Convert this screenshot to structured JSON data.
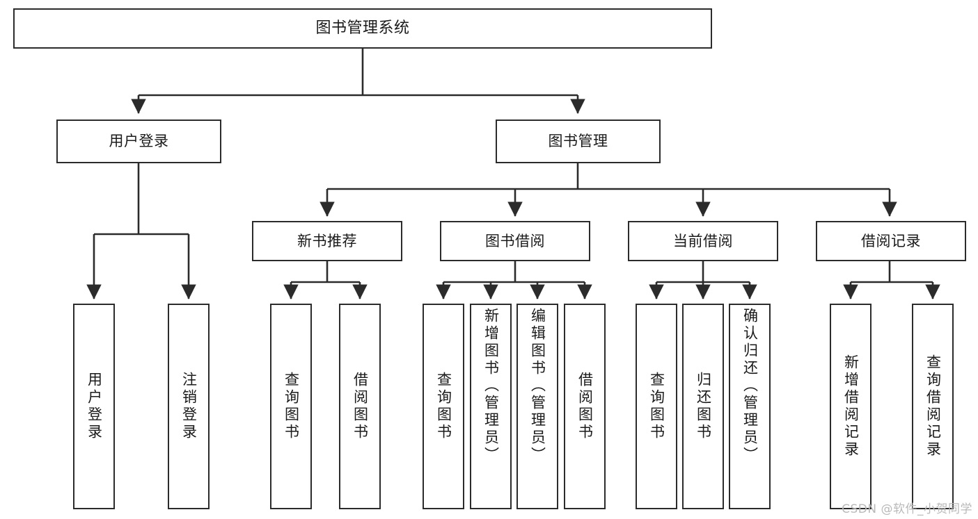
{
  "diagram": {
    "type": "tree-hierarchy-chart",
    "title": "图书管理系统",
    "root": {
      "id": "root",
      "label": "图书管理系统"
    },
    "level1": [
      {
        "id": "user-login",
        "label": "用户登录"
      },
      {
        "id": "book-manage",
        "label": "图书管理"
      }
    ],
    "level2": [
      {
        "id": "new-book-recommend",
        "label": "新书推荐",
        "parent": "book-manage"
      },
      {
        "id": "book-borrow",
        "label": "图书借阅",
        "parent": "book-manage"
      },
      {
        "id": "current-borrow",
        "label": "当前借阅",
        "parent": "book-manage"
      },
      {
        "id": "borrow-record",
        "label": "借阅记录",
        "parent": "book-manage"
      }
    ],
    "leaves": {
      "user_login": [
        {
          "id": "leaf-user-login",
          "label": "用户登录"
        },
        {
          "id": "leaf-logout-login",
          "label": "注销登录"
        }
      ],
      "new_book_recommend": [
        {
          "id": "leaf-query-book-1",
          "label": "查询图书"
        },
        {
          "id": "leaf-borrow-book-1",
          "label": "借阅图书"
        }
      ],
      "book_borrow": [
        {
          "id": "leaf-query-book-2",
          "label": "查询图书"
        },
        {
          "id": "leaf-add-book",
          "label": "新增图书（管理员）"
        },
        {
          "id": "leaf-edit-book",
          "label": "编辑图书（管理员）"
        },
        {
          "id": "leaf-borrow-book-2",
          "label": "借阅图书"
        }
      ],
      "current_borrow": [
        {
          "id": "leaf-query-book-3",
          "label": "查询图书"
        },
        {
          "id": "leaf-return-book",
          "label": "归还图书"
        },
        {
          "id": "leaf-confirm-return",
          "label": "确认归还（管理员）"
        }
      ],
      "borrow_record": [
        {
          "id": "leaf-add-record",
          "label": "新增借阅记录"
        },
        {
          "id": "leaf-query-record",
          "label": "查询借阅记录"
        }
      ]
    },
    "colors": {
      "stroke": "#2b2b2b",
      "fill": "#ffffff",
      "text": "#1a1a1a",
      "watermark": "#b9b9b9"
    }
  },
  "watermark": {
    "text": "CSDN @软件_小贺同学"
  }
}
